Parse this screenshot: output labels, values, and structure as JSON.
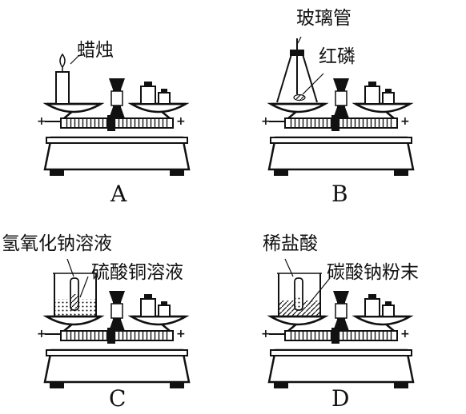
{
  "panels": [
    {
      "id": "A",
      "caption": "A",
      "labels": [
        "蜡烛"
      ]
    },
    {
      "id": "B",
      "caption": "B",
      "labels": [
        "玻璃管",
        "红磷"
      ]
    },
    {
      "id": "C",
      "caption": "C",
      "labels": [
        "氢氧化钠溶液",
        "硫酸铜溶液"
      ]
    },
    {
      "id": "D",
      "caption": "D",
      "labels": [
        "稀盐酸",
        "碳酸钠粉末"
      ]
    }
  ],
  "colors": {
    "ink": "#111111",
    "paper": "#ffffff"
  }
}
